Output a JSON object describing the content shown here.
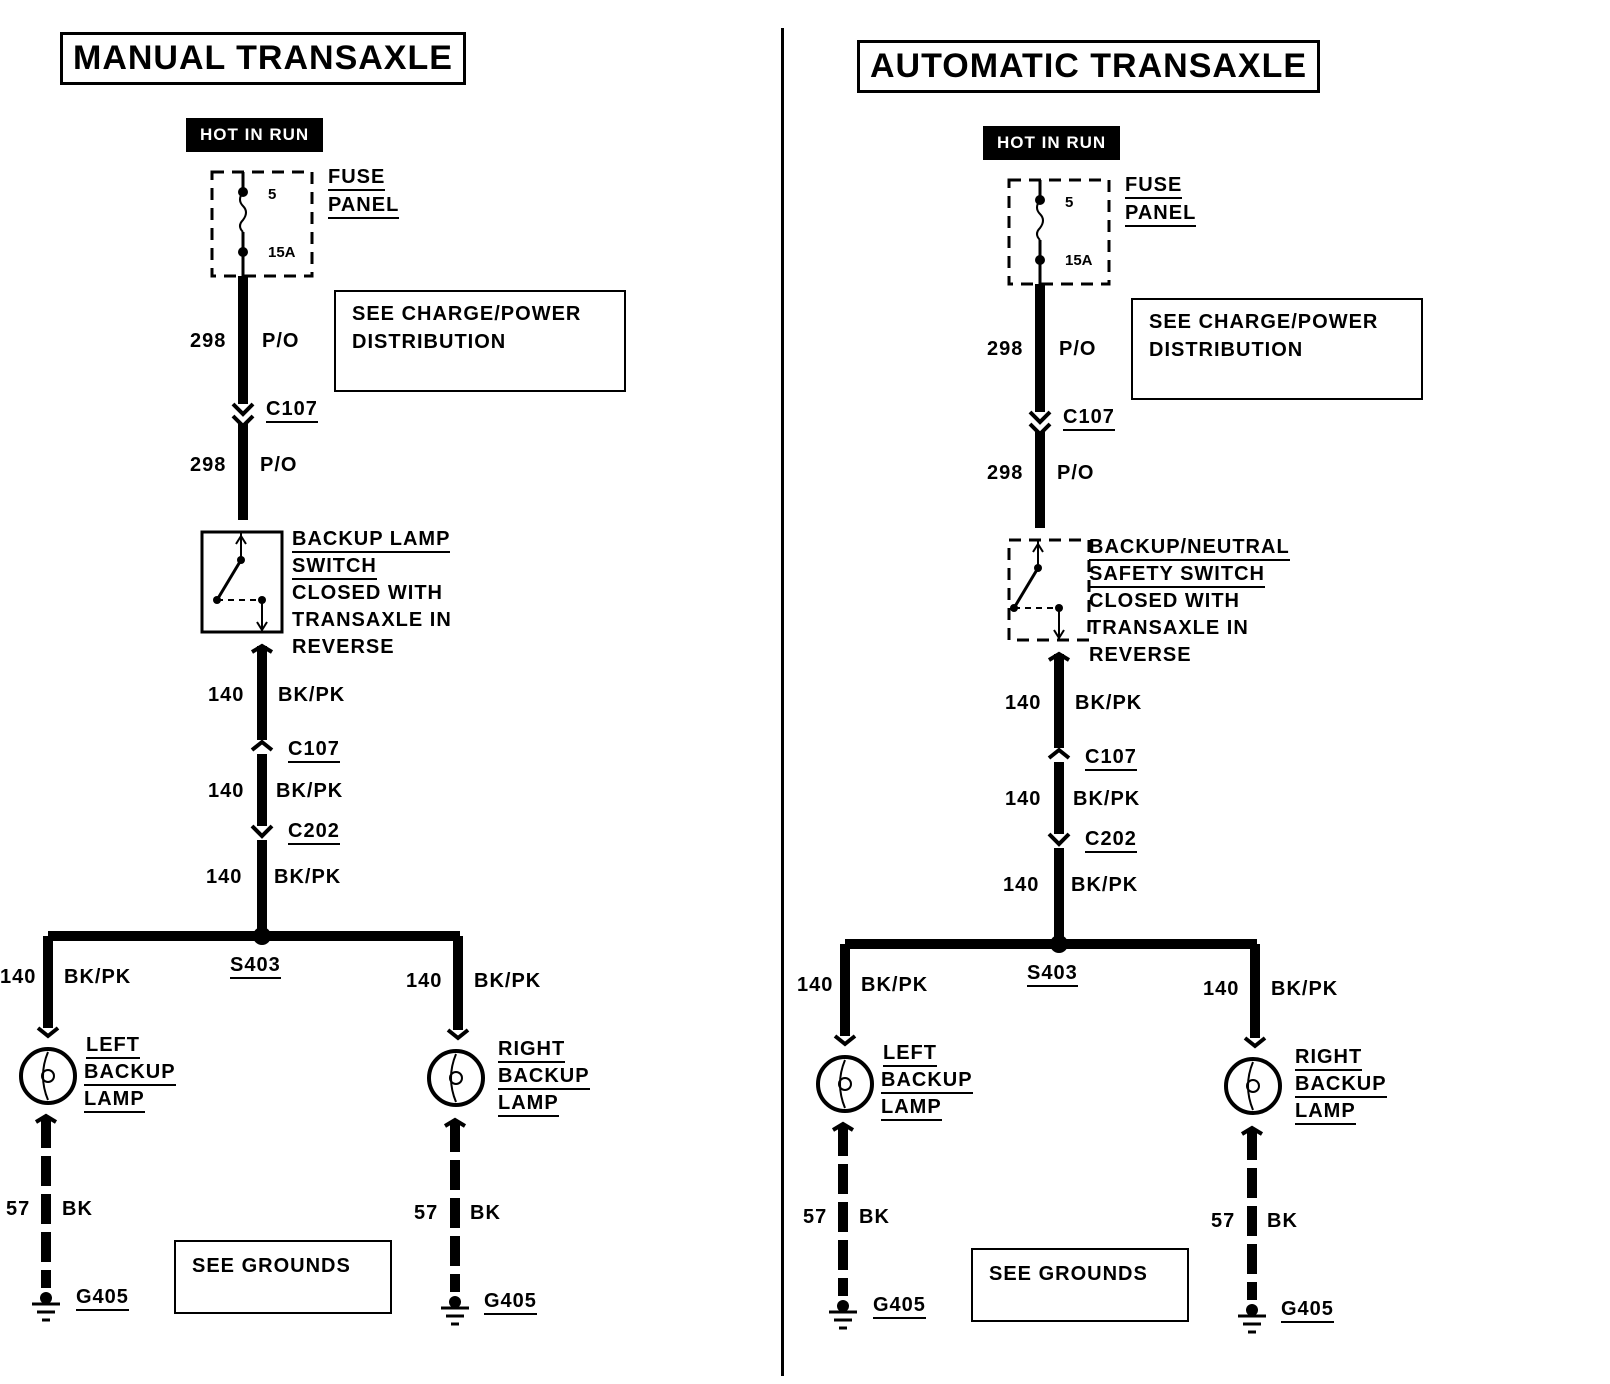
{
  "manual": {
    "title": "MANUAL TRANSAXLE",
    "hot_in_run": "HOT IN RUN",
    "fuse_num": "5",
    "fuse_amp": "15A",
    "fuse_label1": "FUSE",
    "fuse_label2": "PANEL",
    "see_charge1": "SEE CHARGE/POWER",
    "see_charge2": "DISTRIBUTION",
    "wire298": "298",
    "po": "P/O",
    "c107": "C107",
    "c202": "C202",
    "switch1": "BACKUP LAMP",
    "switch2": "SWITCH",
    "switch3": "CLOSED WITH",
    "switch4": "TRANSAXLE IN",
    "switch5": "REVERSE",
    "wire140": "140",
    "bkpk": "BK/PK",
    "s403": "S403",
    "left1": "LEFT",
    "left2": "BACKUP",
    "left3": "LAMP",
    "right1": "RIGHT",
    "right2": "BACKUP",
    "right3": "LAMP",
    "wire57": "57",
    "bk": "BK",
    "g405": "G405",
    "see_grounds": "SEE GROUNDS"
  },
  "automatic": {
    "title": "AUTOMATIC TRANSAXLE",
    "hot_in_run": "HOT IN RUN",
    "fuse_num": "5",
    "fuse_amp": "15A",
    "fuse_label1": "FUSE",
    "fuse_label2": "PANEL",
    "see_charge1": "SEE CHARGE/POWER",
    "see_charge2": "DISTRIBUTION",
    "wire298": "298",
    "po": "P/O",
    "c107": "C107",
    "c202": "C202",
    "switch1": "BACKUP/NEUTRAL",
    "switch2": "SAFETY SWITCH",
    "switch3": "CLOSED WITH",
    "switch4": "TRANSAXLE IN",
    "switch5": "REVERSE",
    "wire140": "140",
    "bkpk": "BK/PK",
    "s403": "S403",
    "left1": "LEFT",
    "left2": "BACKUP",
    "left3": "LAMP",
    "right1": "RIGHT",
    "right2": "BACKUP",
    "right3": "LAMP",
    "wire57": "57",
    "bk": "BK",
    "g405": "G405",
    "see_grounds": "SEE GROUNDS"
  }
}
